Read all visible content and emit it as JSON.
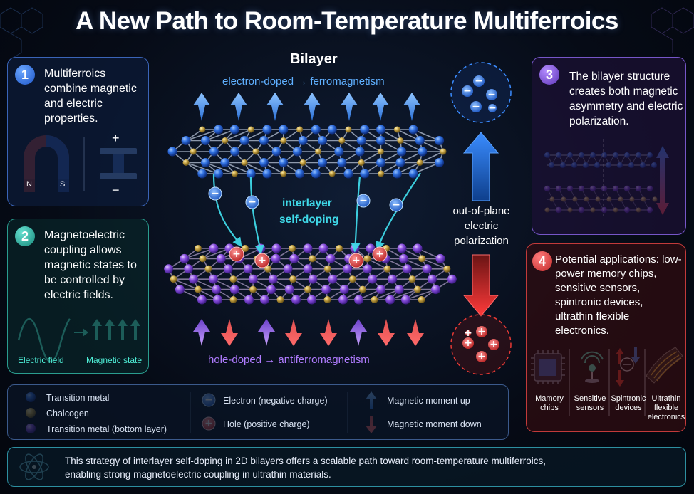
{
  "title": "A New Path to Room-Temperature Multiferroics",
  "bilayer": {
    "heading": "Bilayer",
    "top_label": "electron-doped → ferromagnetism",
    "bottom_label": "hole-doped → antiferromagnetism",
    "interlayer_line1": "interlayer",
    "interlayer_line2": "self-doping",
    "polarization_line1": "out-of-plane",
    "polarization_line2": "electric",
    "polarization_line3": "polarization",
    "electron_symbol": "−",
    "hole_symbol": "+"
  },
  "panel1": {
    "number": "1",
    "text": "Multiferroics combine magnetic and electric properties.",
    "magnet_n": "N",
    "magnet_s": "S",
    "plus": "+",
    "minus": "−"
  },
  "panel2": {
    "number": "2",
    "text": "Magnetoelectric coupling allows magnetic states to be controlled by electric fields.",
    "electric_field": "Electric field",
    "magnetic_state": "Magnetic state"
  },
  "panel3": {
    "number": "3",
    "text": "The bilayer structure creates both magnetic asymmetry and electric polarization."
  },
  "panel4": {
    "number": "4",
    "text": "Potential applications: low-power memory chips, sensitive sensors, spintronic devices, ultrathin flexible electronics.",
    "apps": [
      {
        "line1": "Mamory",
        "line2": "chips"
      },
      {
        "line1": "Sensitive",
        "line2": "sensors"
      },
      {
        "line1": "Spintronic",
        "line2": "devices"
      },
      {
        "line1": "Ultrathin",
        "line2": "flexible",
        "line3": "electronics"
      }
    ]
  },
  "legend": {
    "transition_metal": "Transition metal",
    "chalcogen": "Chalcogen",
    "transition_metal_bottom": "Transition metal (bottom layer)",
    "electron": "Electron (negative charge)",
    "hole": "Hole (positive charge)",
    "moment_up": "Magnetic moment up",
    "moment_down": "Magnetic moment down"
  },
  "footer": {
    "text_line1": "This strategy of interlayer self-doping in 2D bilayers offers a scalable path toward room-temperature multiferroics,",
    "text_line2": "enabling strong magnetoelectric coupling in ultrathin materials."
  },
  "colors": {
    "transition_metal": "#2f6fe0",
    "chalcogen": "#c9a646",
    "transition_metal_bottom": "#8a4fe0",
    "electron": "#3b8cff",
    "hole": "#e53935",
    "cyan": "#3fd8e8",
    "purple_text": "#b07cff"
  },
  "icons": [
    "magnet-icon",
    "capacitor-icon",
    "sine-wave-icon",
    "chip-icon",
    "sensor-icon",
    "spintronic-icon",
    "flexible-film-icon",
    "atom-icon"
  ]
}
